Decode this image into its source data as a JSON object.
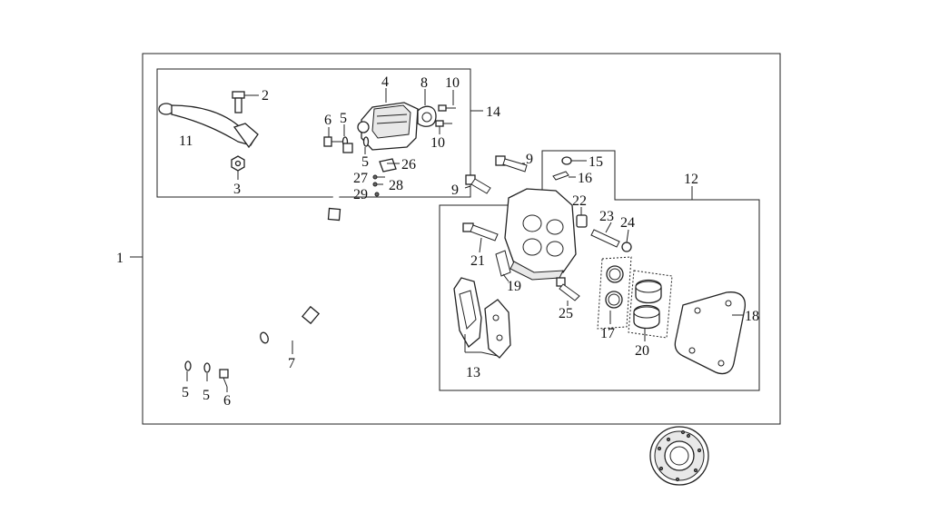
{
  "callouts": {
    "c1": "1",
    "c2": "2",
    "c3": "3",
    "c4": "4",
    "c5a": "5",
    "c5b": "5",
    "c5c": "5",
    "c5d": "5",
    "c6a": "6",
    "c6b": "6",
    "c7": "7",
    "c8": "8",
    "c9a": "9",
    "c9b": "9",
    "c10a": "10",
    "c10b": "10",
    "c11": "11",
    "c12": "12",
    "c13": "13",
    "c14": "14",
    "c15": "15",
    "c16": "16",
    "c17": "17",
    "c18": "18",
    "c19": "19",
    "c20": "20",
    "c21": "21",
    "c22": "22",
    "c23": "23",
    "c24": "24",
    "c25": "25",
    "c26": "26",
    "c27": "27",
    "c28": "28",
    "c29": "29"
  }
}
